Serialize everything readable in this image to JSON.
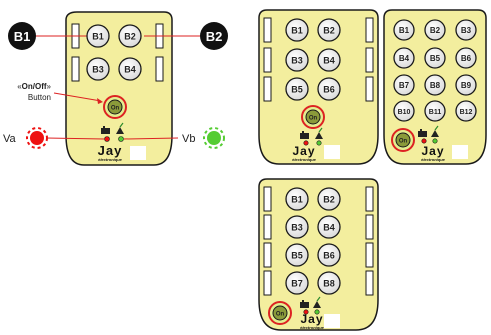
{
  "callouts": {
    "left": "B1",
    "right": "B2"
  },
  "onoff": {
    "quote_open": "«",
    "bold": "On/Off",
    "quote_close": "»",
    "line2": "Button",
    "button_label": "On"
  },
  "leds": {
    "left_label": "Va",
    "right_label": "Vb",
    "left_color": "#ee1111",
    "right_color": "#55cc33"
  },
  "logo": {
    "brand": "Jay",
    "sub": "électronique"
  },
  "remote_2btn": [
    "B1",
    "B2",
    "B3",
    "B4"
  ],
  "remote_6btn": [
    "B1",
    "B2",
    "B3",
    "B4",
    "B5",
    "B6"
  ],
  "remote_12btn": [
    "B1",
    "B2",
    "B3",
    "B4",
    "B5",
    "B6",
    "B7",
    "B8",
    "B9",
    "B10",
    "B11",
    "B12"
  ],
  "remote_8btn": [
    "B1",
    "B2",
    "B3",
    "B4",
    "B5",
    "B6",
    "B7",
    "B8"
  ],
  "colors": {
    "body": "#f3ee9e",
    "outline": "#1a1a1a",
    "onoff_ring": "#dd2222",
    "onoff_fill": "#8a9a3a",
    "callout_line": "#dd2222"
  }
}
